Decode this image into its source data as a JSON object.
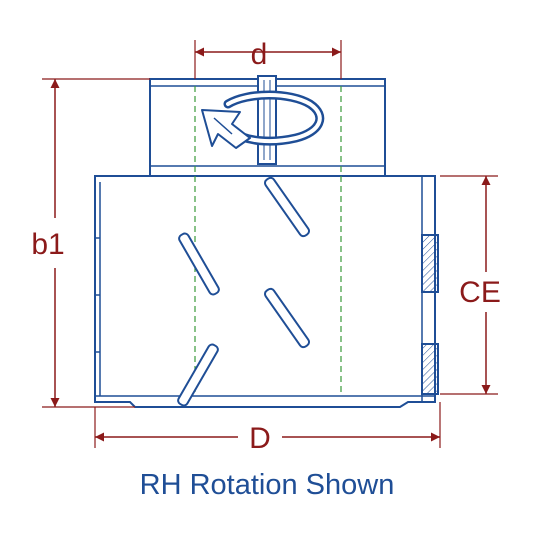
{
  "dimensions": {
    "shank_diameter": "d",
    "height": "b1",
    "cutting_edge": "CE",
    "diameter": "D"
  },
  "caption": "RH Rotation Shown",
  "colors": {
    "outline": "#1f4e96",
    "dimension": "#8b1a1a",
    "centerline": "#3a9a3a",
    "fill": "#ffffff"
  },
  "icons": {
    "rotation": "rotation-arrow-icon"
  }
}
